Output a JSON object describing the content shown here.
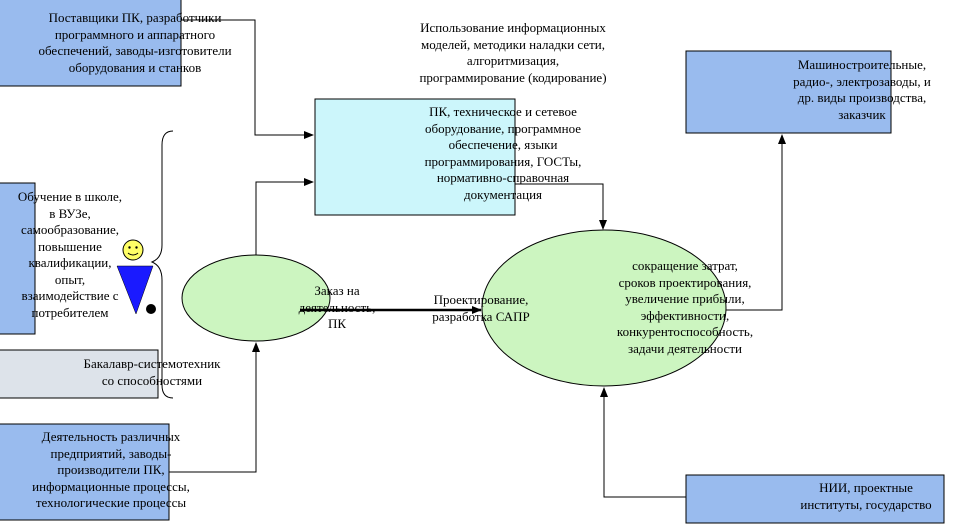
{
  "nodes": {
    "suppliers": "Поставщики ПК, разработчики\nпрограммного и аппаратного\nобеспечений, заводы-изготовители\nоборудования и станков",
    "info_models": "Использование информационных\nмоделей, методики наладки сети,\nалгоритмизация,\nпрограммирование (кодирование)",
    "pc_equipment": "ПК, техническое и сетевое\nоборудование, программное\nобеспечение, языки\nпрограммирования,  ГОСТы,\nнормативно-справочная\nдокументация",
    "machine_plants": "Машиностроительные,\nрадио-, электрозаводы, и\nдр. виды производства,\nзаказчик",
    "education": "Обучение в школе,\nв ВУЗе,\nсамообразование,\nповышение\nквалификации,\nопыт,\nвзаимодействие с\nпотребителем",
    "order": "Заказ на\nдеятельность,\nПК",
    "design": "Проектирование,\nразработка САПР",
    "goals": "сокращение затрат,\nсроков проектирования,\nувеличение прибыли,\nэффективности,\nконкурентоспособность,\nзадачи деятельности",
    "bachelor": "Бакалавр-системотехник\nсо способностями",
    "enterprises": "Деятельность различных\nпредприятий, заводы-\nпроизводители ПК,\nинформационные процессы,\nтехнологические процессы",
    "research": "НИИ, проектные\nинституты, государство"
  },
  "colors": {
    "blue_box": "#99bbee",
    "cyan_box": "#ccf6fb",
    "gray_box": "#dde3ea",
    "green_ellipse": "#ccf5c0",
    "smiley_face": "#ffff66",
    "person_body": "#1a1aff"
  }
}
